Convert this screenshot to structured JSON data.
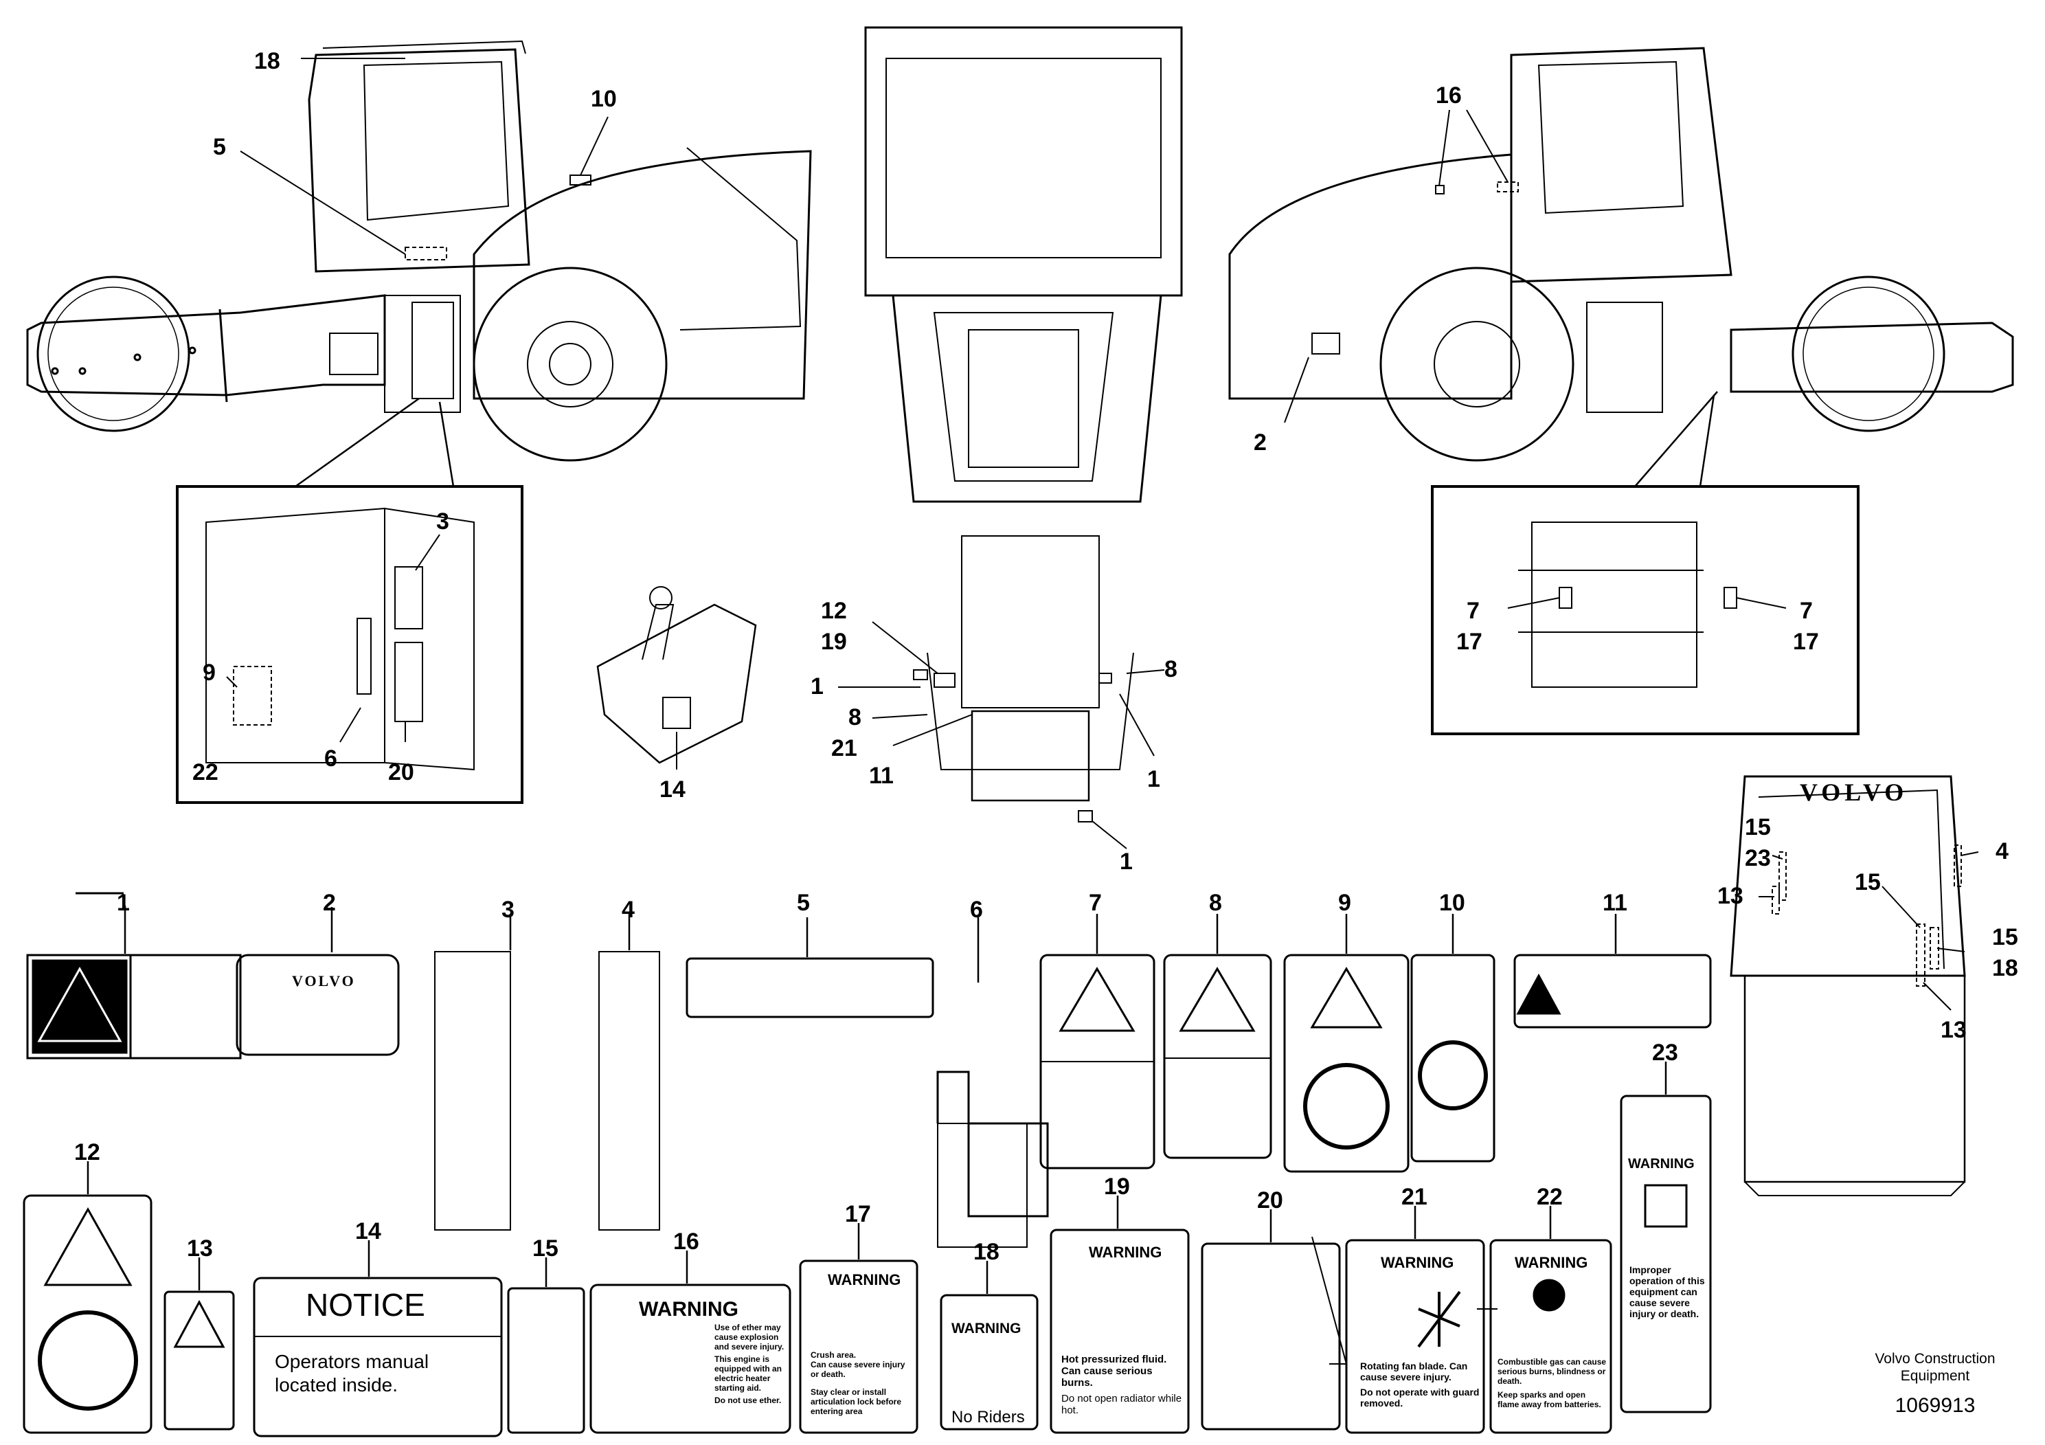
{
  "callouts": {
    "side_left": [
      "18",
      "5",
      "10",
      "3",
      "9",
      "22",
      "6",
      "20"
    ],
    "front": [
      "12",
      "19",
      "1",
      "8",
      "21",
      "11",
      "8",
      "1",
      "1"
    ],
    "joystick": "14",
    "side_right": [
      "16",
      "2",
      "7",
      "17",
      "7",
      "17"
    ],
    "rear": [
      "15",
      "23",
      "13",
      "4",
      "15",
      "15",
      "18",
      "13"
    ]
  },
  "labels": [
    {
      "num": "1"
    },
    {
      "num": "2",
      "brand": "VOLVO"
    },
    {
      "num": "3"
    },
    {
      "num": "4"
    },
    {
      "num": "5"
    },
    {
      "num": "6"
    },
    {
      "num": "7"
    },
    {
      "num": "8"
    },
    {
      "num": "9"
    },
    {
      "num": "10"
    },
    {
      "num": "11"
    },
    {
      "num": "12"
    },
    {
      "num": "13"
    },
    {
      "num": "14",
      "header": "NOTICE",
      "body": "Operators manual located inside."
    },
    {
      "num": "15"
    },
    {
      "num": "16",
      "header": "WARNING",
      "body": [
        "Use of ether may cause explosion and severe injury.",
        "This engine is equipped with an electric heater starting aid.",
        "Do not use ether."
      ]
    },
    {
      "num": "17",
      "header": "WARNING",
      "body": [
        "Crush area.",
        "Can cause severe injury or death.",
        "Stay clear or install articulation lock before entering area"
      ]
    },
    {
      "num": "18",
      "header": "WARNING",
      "body": "No Riders"
    },
    {
      "num": "19",
      "header": "WARNING",
      "body": [
        "Hot pressurized fluid. Can cause serious burns.",
        "Do not open radiator while hot."
      ]
    },
    {
      "num": "20"
    },
    {
      "num": "21",
      "header": "WARNING",
      "body": [
        "Rotating fan blade. Can cause severe injury.",
        "Do not operate with guard removed."
      ]
    },
    {
      "num": "22",
      "header": "WARNING",
      "body": [
        "Combustible gas can cause serious burns, blindness or death.",
        "Keep sparks and open flame away from batteries."
      ]
    },
    {
      "num": "23",
      "header": "WARNING",
      "body": "Improper operation of this equipment can cause severe injury or death."
    }
  ],
  "rear_brand": "VOLVO",
  "footer": {
    "org": "Volvo Construction Equipment",
    "number": "1069913"
  }
}
